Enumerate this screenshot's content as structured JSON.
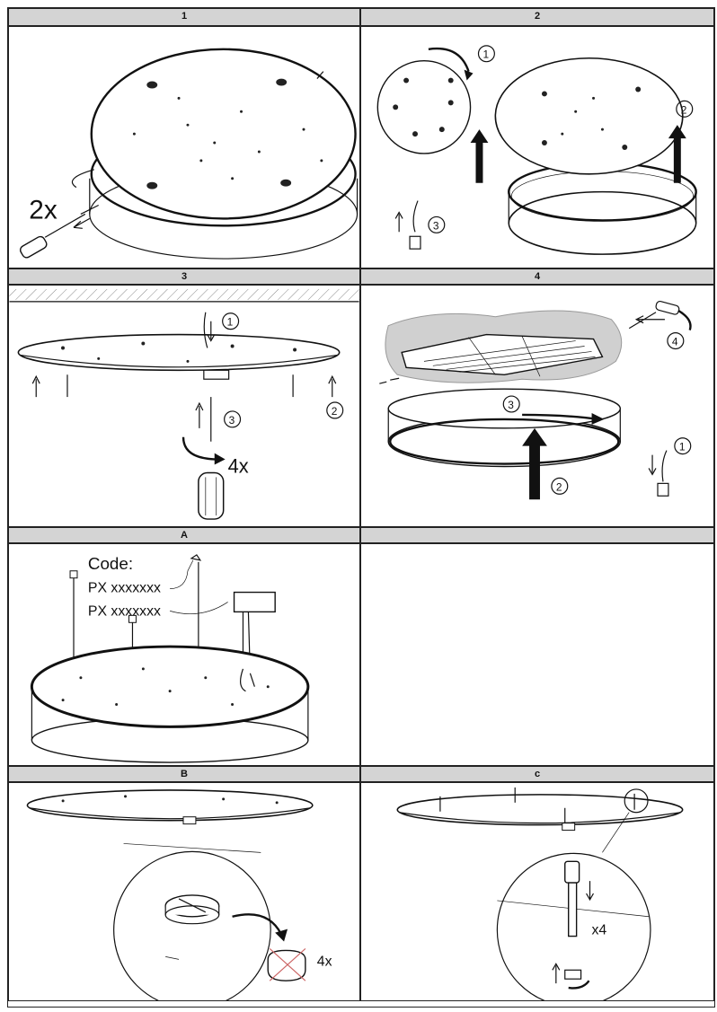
{
  "panels": [
    {
      "id": "p1",
      "header": "1",
      "label_count": "2x"
    },
    {
      "id": "p2",
      "header": "2",
      "steps": [
        "1",
        "2",
        "3"
      ]
    },
    {
      "id": "p3",
      "header": "3",
      "steps": [
        "1",
        "2",
        "3"
      ],
      "label_count": "4x"
    },
    {
      "id": "p4",
      "header": "4",
      "steps": [
        "1",
        "2",
        "3",
        "4"
      ]
    },
    {
      "id": "pA",
      "header": "A",
      "code_label": "Code:",
      "codes": [
        "PX xxxxxxx",
        "PX xxxxxxx"
      ]
    },
    {
      "id": "pEmpty",
      "header": ""
    },
    {
      "id": "pB",
      "header": "B",
      "label_count": "4x"
    },
    {
      "id": "pC",
      "header": "c",
      "label_count": "x4"
    }
  ]
}
